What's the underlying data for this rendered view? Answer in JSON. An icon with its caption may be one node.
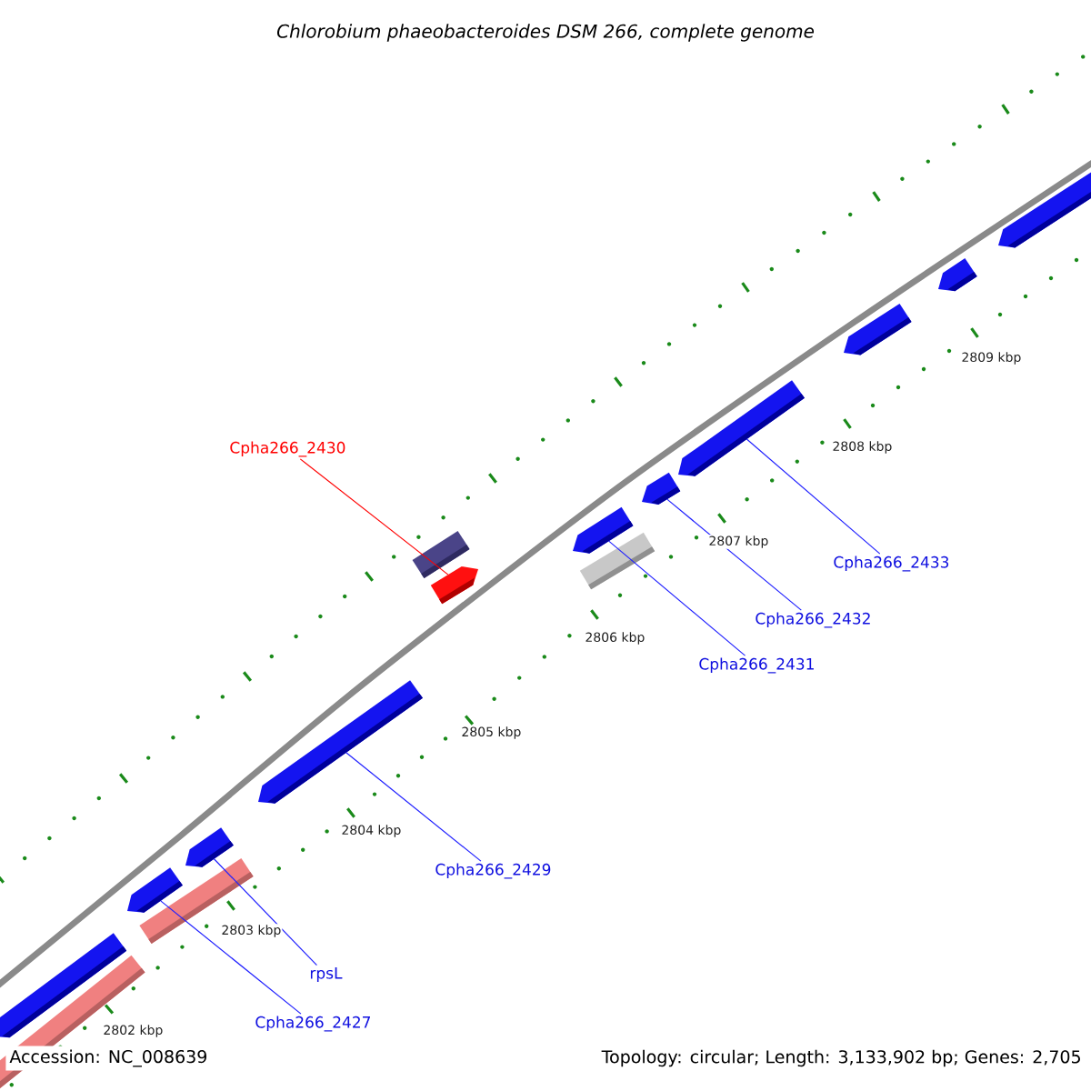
{
  "diagram": {
    "title": "Chlorobium phaeobacteroides DSM 266, complete genome",
    "nodes": [
      {
        "text": [
          "Cpha266_2430"
        ]
      },
      {
        "text": [
          "Cpha266_2433"
        ]
      },
      {
        "text": [
          "Cpha266_2432"
        ]
      },
      {
        "text": [
          "Cpha266_2431"
        ]
      },
      {
        "text": [
          "Cpha266_2429"
        ]
      },
      {
        "text": [
          "rpsL"
        ]
      },
      {
        "text": [
          "Cpha266_2427"
        ]
      },
      {
        "text": [],
        "shape": "bar"
      },
      {
        "text": [],
        "shape": "bar"
      },
      {
        "text": [],
        "shape": "bar"
      },
      {
        "text": [],
        "shape": "bar"
      },
      {
        "text": [],
        "shape": "bar"
      },
      {
        "text": [],
        "shape": "bar"
      },
      {
        "text": [],
        "shape": "bar"
      },
      {
        "text": [],
        "shape": "bar"
      },
      {
        "text": [],
        "shape": "bar"
      },
      {
        "text": [],
        "shape": "bar"
      },
      {
        "text": [],
        "shape": "bar"
      },
      {
        "text": [],
        "shape": "bar"
      },
      {
        "text": [],
        "shape": "bar"
      },
      {
        "text": [],
        "shape": "bar"
      },
      {
        "text": [],
        "shape": "bar"
      }
    ],
    "edges": [
      {
        "from": 0,
        "to": 14,
        "arrow": "none",
        "color": "#ff0000"
      },
      {
        "from": 1,
        "to": 18,
        "arrow": "none"
      },
      {
        "from": 2,
        "to": 17,
        "arrow": "none"
      },
      {
        "from": 3,
        "to": 15,
        "arrow": "none"
      },
      {
        "from": 4,
        "to": 12,
        "arrow": "none"
      },
      {
        "from": 5,
        "to": 11,
        "arrow": "none"
      },
      {
        "from": 6,
        "to": 9,
        "arrow": "none"
      }
    ],
    "labels": [
      "2802 kbp",
      "2803 kbp",
      "2804 kbp",
      "2805 kbp",
      "2806 kbp",
      "2807 kbp",
      "2808 kbp",
      "2809 kbp",
      "Accession: NC_008639",
      "Topology: circular; Length: 3,133,902 bp; Genes: 2,705"
    ]
  }
}
